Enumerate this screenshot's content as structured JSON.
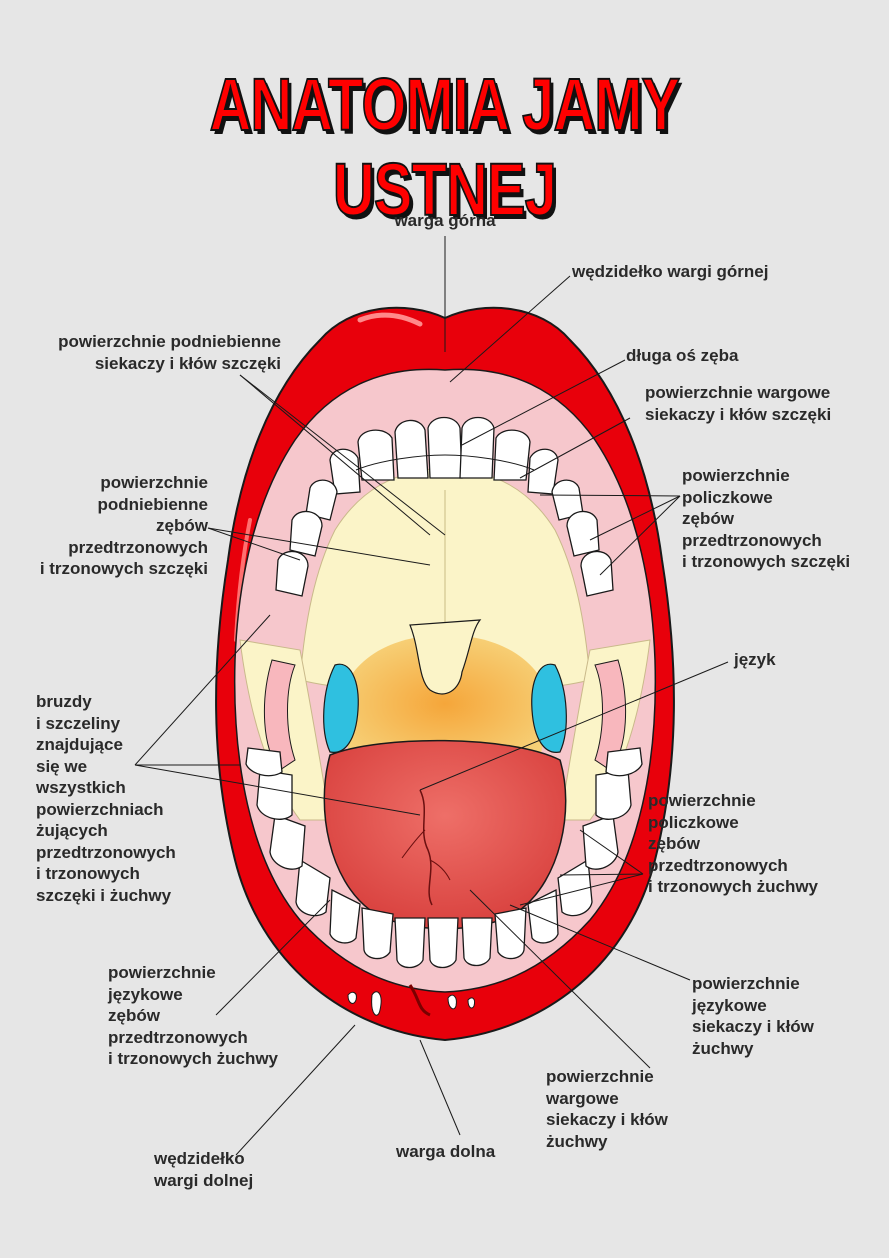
{
  "title": "ANATOMIA JAMY USTNEJ",
  "colors": {
    "background": "#e6e6e6",
    "title_red": "#ff0000",
    "lip_red": "#e8000b",
    "tongue": "#e35a55",
    "palate": "#fbf4c8",
    "tonsil": "#2fc0e0",
    "label_text": "#2a2a2a"
  },
  "labels": {
    "warga_gorna": "warga górna",
    "wedzidelko_gorne": "wędzidełko wargi górnej",
    "podniebienne_siekaczy": "powierzchnie podniebienne\nsiekaczy i kłów szczęki",
    "dluga_os": "długa oś zęba",
    "wargowe_szczeki": "powierzchnie wargowe\nsiekaczy i kłów szczęki",
    "podniebienne_trzonowych": "powierzchnie\npodniebienne\nzębów\nprzedtrzonowych\ni trzonowych szczęki",
    "policzkowe_szczeki": "powierzchnie\npoliczkowe\nzębów\nprzedtrzonowych\ni trzonowych szczęki",
    "jezyk": "język",
    "bruzdy": "bruzdy\ni szczeliny\nznajdujące\nsię we\nwszystkich\npowierzchniach\nżujących\nprzedtrzonowych\ni trzonowych\nszczęki i żuchwy",
    "policzkowe_zuchwy": "powierzchnie\npoliczkowe\nzębów\nprzedtrzonowych\ni trzonowych żuchwy",
    "jezykowe_trzonowych": "powierzchnie\njęzykowe\nzębów\nprzedtrzonowych\ni trzonowych żuchwy",
    "jezykowe_siekaczy": "powierzchnie\njęzykowe\nsiekaczy i kłów\nżuchwy",
    "wargowe_zuchwy": "powierzchnie\nwargowe\nsiekaczy i kłów\nżuchwy",
    "warga_dolna": "warga dolna",
    "wedzidelko_dolne": "wędzidełko\nwargi dolnej"
  }
}
